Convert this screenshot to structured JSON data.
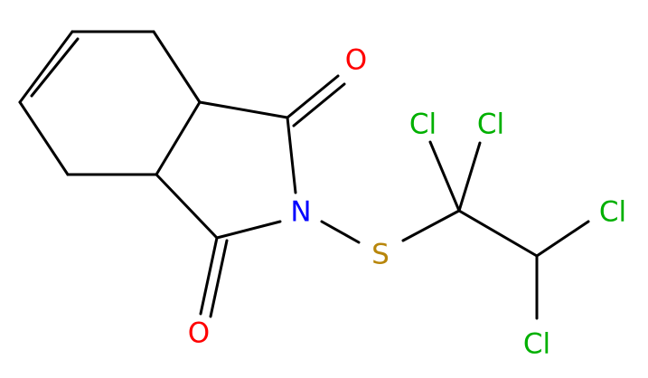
{
  "atoms": {
    "o1": {
      "label": "O",
      "color": "#ff0000"
    },
    "o2": {
      "label": "O",
      "color": "#ff0000"
    },
    "n": {
      "label": "N",
      "color": "#0000ff"
    },
    "s": {
      "label": "S",
      "color": "#b8860b"
    },
    "cl1": {
      "label": "Cl",
      "color": "#00b000"
    },
    "cl2": {
      "label": "Cl",
      "color": "#00b000"
    },
    "cl3": {
      "label": "Cl",
      "color": "#00b000"
    },
    "cl4": {
      "label": "Cl",
      "color": "#00b000"
    }
  },
  "bond_color": "#000000"
}
